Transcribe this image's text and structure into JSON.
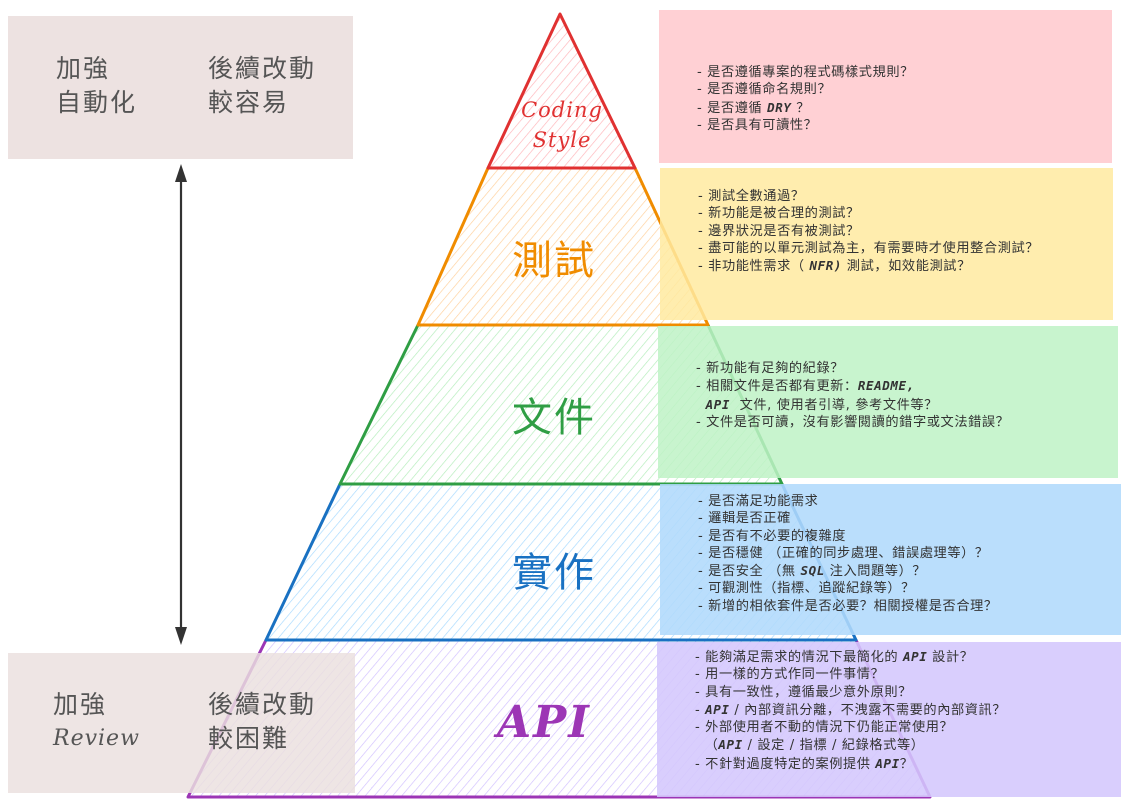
{
  "title": "Code Review Pyramid",
  "colors": {
    "coding_style": "#e03131",
    "tests": "#f08c00",
    "docs": "#2f9e44",
    "implementation": "#1971c2",
    "api": "#9c36b5",
    "side_box_bg": "#ebe0de",
    "arrow": "#333333"
  },
  "side_top": {
    "left_line1": "加強",
    "left_line2": "自動化",
    "right_line1": "後續改動",
    "right_line2": "較容易"
  },
  "side_bottom": {
    "left_line1": "加強",
    "left_line2": "Review",
    "right_line1": "後續改動",
    "right_line2": "較困難"
  },
  "arrow": {
    "icon": "double-headed-vertical-arrow"
  },
  "layers": [
    {
      "id": "coding-style",
      "label_line1": "Coding",
      "label_line2": "Style",
      "note_bg": "#ffd0d3",
      "items": [
        "- 是否遵循專案的程式碼樣式規則？",
        "- 是否遵循命名規則？",
        "- 是否遵循 DRY ？",
        "- 是否具有可讀性？"
      ]
    },
    {
      "id": "tests",
      "label": "測試",
      "note_bg": "#ffecaa",
      "items": [
        "- 測試全數通過？",
        "- 新功能是被合理的測試？",
        "- 邊界狀況是否有被測試？",
        "- 盡可能的以單元測試為主，有需要時才使用整合測試？",
        "- 非功能性需求（ NFR) 測試，如效能測試？"
      ]
    },
    {
      "id": "docs",
      "label": "文件",
      "note_bg": "#c3f2c9",
      "items": [
        "- 新功能有足夠的紀錄？",
        "- 相關文件是否都有更新：README,",
        "  API  文件, 使用者引導, 參考文件等？",
        "- 文件是否可讀，沒有影響閱讀的錯字或文法錯誤？"
      ]
    },
    {
      "id": "implementation",
      "label": "實作",
      "note_bg": "#b5dcfc",
      "items": [
        "- 是否滿足功能需求",
        "- 邏輯是否正確",
        "- 是否有不必要的複雜度",
        "- 是否穩健 （正確的同步處理、錯誤處理等）？",
        "- 是否安全 （無 SQL 注入問題等）？",
        "- 可觀測性（指標、追蹤紀錄等）？",
        "- 新增的相依套件是否必要？相關授權是否合理？"
      ]
    },
    {
      "id": "api",
      "label": "API",
      "note_bg": "#d6cafd",
      "items": [
        "- 能夠滿足需求的情況下最簡化的 API 設計？",
        "- 用一樣的方式作同一件事情？",
        "- 具有一致性，遵循最少意外原則？",
        "- API / 內部資訊分離，不洩露不需要的內部資訊？",
        "- 外部使用者不動的情況下仍能正常使用？",
        "  （API / 設定 / 指標 / 紀錄格式等）",
        "- 不針對過度特定的案例提供 API？"
      ]
    }
  ]
}
